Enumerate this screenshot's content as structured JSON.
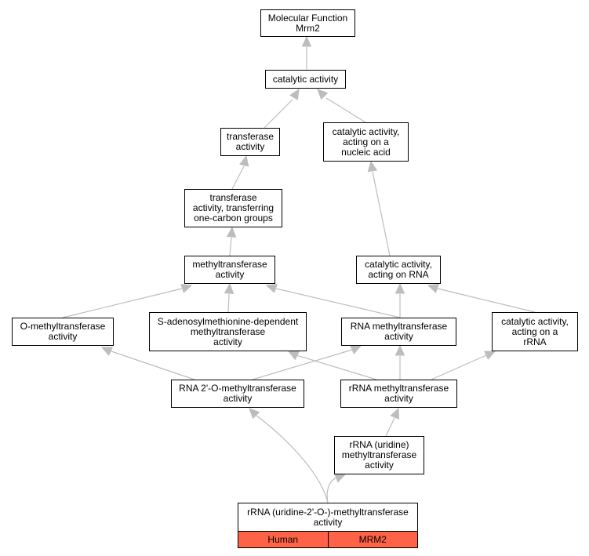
{
  "colors": {
    "edge": "#bdbdbd",
    "tag_fill": "#ff6347",
    "node_border": "#000000"
  },
  "nodes": {
    "molecular_function": [
      "Molecular Function",
      "Mrm2"
    ],
    "catalytic_activity": [
      "catalytic activity"
    ],
    "transferase_activity": [
      "transferase",
      "activity"
    ],
    "catalytic_nucleic": [
      "catalytic activity,",
      "acting on a",
      "nucleic acid"
    ],
    "transferase_one_carbon": [
      "transferase",
      "activity, transferring",
      "one-carbon groups"
    ],
    "methyltransferase": [
      "methyltransferase",
      "activity"
    ],
    "catalytic_rna": [
      "catalytic activity,",
      "acting on RNA"
    ],
    "o_methyltransferase": [
      "O-methyltransferase",
      "activity"
    ],
    "sam_methyltransferase": [
      "S-adenosylmethionine-dependent",
      "methyltransferase",
      "activity"
    ],
    "rna_methyltransferase": [
      "RNA methyltransferase",
      "activity"
    ],
    "catalytic_rrna": [
      "catalytic activity,",
      "acting on a",
      "rRNA"
    ],
    "rna_2o_methyltransferase": [
      "RNA 2'-O-methyltransferase",
      "activity"
    ],
    "rrna_methyltransferase": [
      "rRNA methyltransferase",
      "activity"
    ],
    "rrna_uridine": [
      "rRNA (uridine)",
      "methyltransferase",
      "activity"
    ],
    "rrna_uridine_2o": [
      "rRNA (uridine-2'-O-)-methyltransferase",
      "activity"
    ]
  },
  "tags": {
    "species": "Human",
    "gene": "MRM2"
  }
}
